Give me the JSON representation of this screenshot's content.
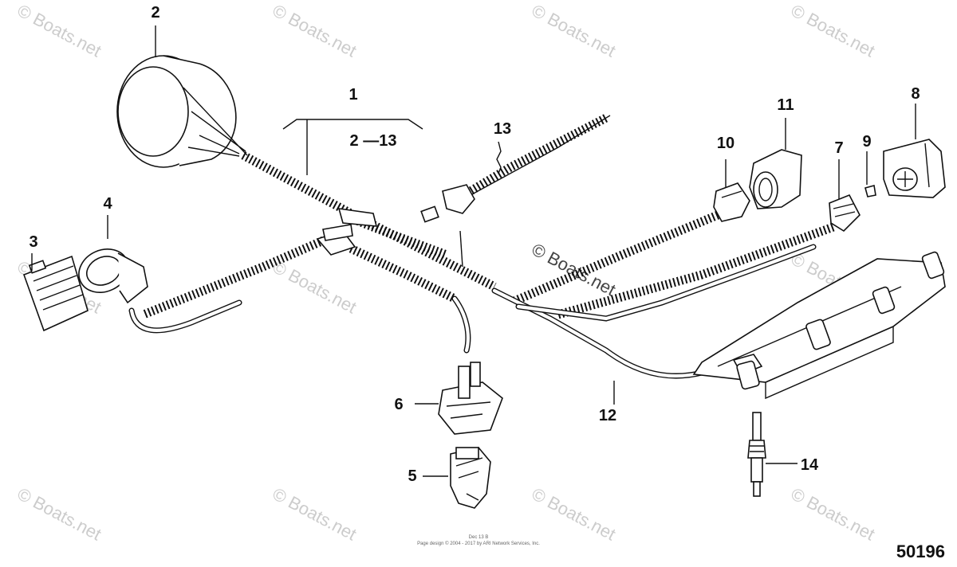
{
  "callouts": {
    "c1": "1",
    "c2_13": "2 —13",
    "c2": "2",
    "c3": "3",
    "c4": "4",
    "c5": "5",
    "c6": "6",
    "c7": "7",
    "c8": "8",
    "c9": "9",
    "c10": "10",
    "c11": "11",
    "c12": "12",
    "c13": "13",
    "c14": "14"
  },
  "watermark": "© Boats.net",
  "figure_number": "50196",
  "copyright_line1": "Dec 13 B",
  "copyright_line2": "Page design © 2004 - 2017 by ARI Network Services, Inc."
}
